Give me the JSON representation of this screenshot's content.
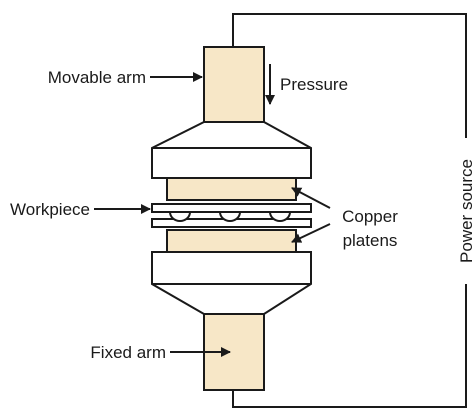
{
  "labels": {
    "movable_arm": "Movable arm",
    "pressure": "Pressure",
    "workpiece": "Workpiece",
    "copper": "Copper",
    "platens": "platens",
    "fixed_arm": "Fixed arm",
    "power_source": "Power source"
  },
  "colors": {
    "arm_fill": "#f7e7c7",
    "outline": "#1a1a1a",
    "background": "#ffffff"
  }
}
